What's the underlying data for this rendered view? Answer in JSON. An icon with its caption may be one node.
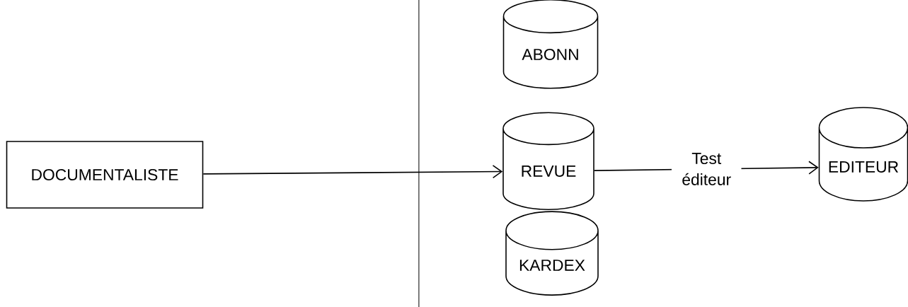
{
  "diagram": {
    "nodes": [
      {
        "text": [
          "DOCUMENTALISTE"
        ]
      },
      {
        "text": [
          "ABONN"
        ]
      },
      {
        "text": [
          "REVUE"
        ]
      },
      {
        "text": [
          "KARDEX"
        ]
      },
      {
        "text": [
          "EDITEUR"
        ]
      }
    ],
    "edges": [
      {
        "from": 0,
        "to": 2,
        "arrow": "to"
      },
      {
        "from": 2,
        "to": 4,
        "arrow": "to",
        "label": "Test éditeur"
      }
    ]
  }
}
